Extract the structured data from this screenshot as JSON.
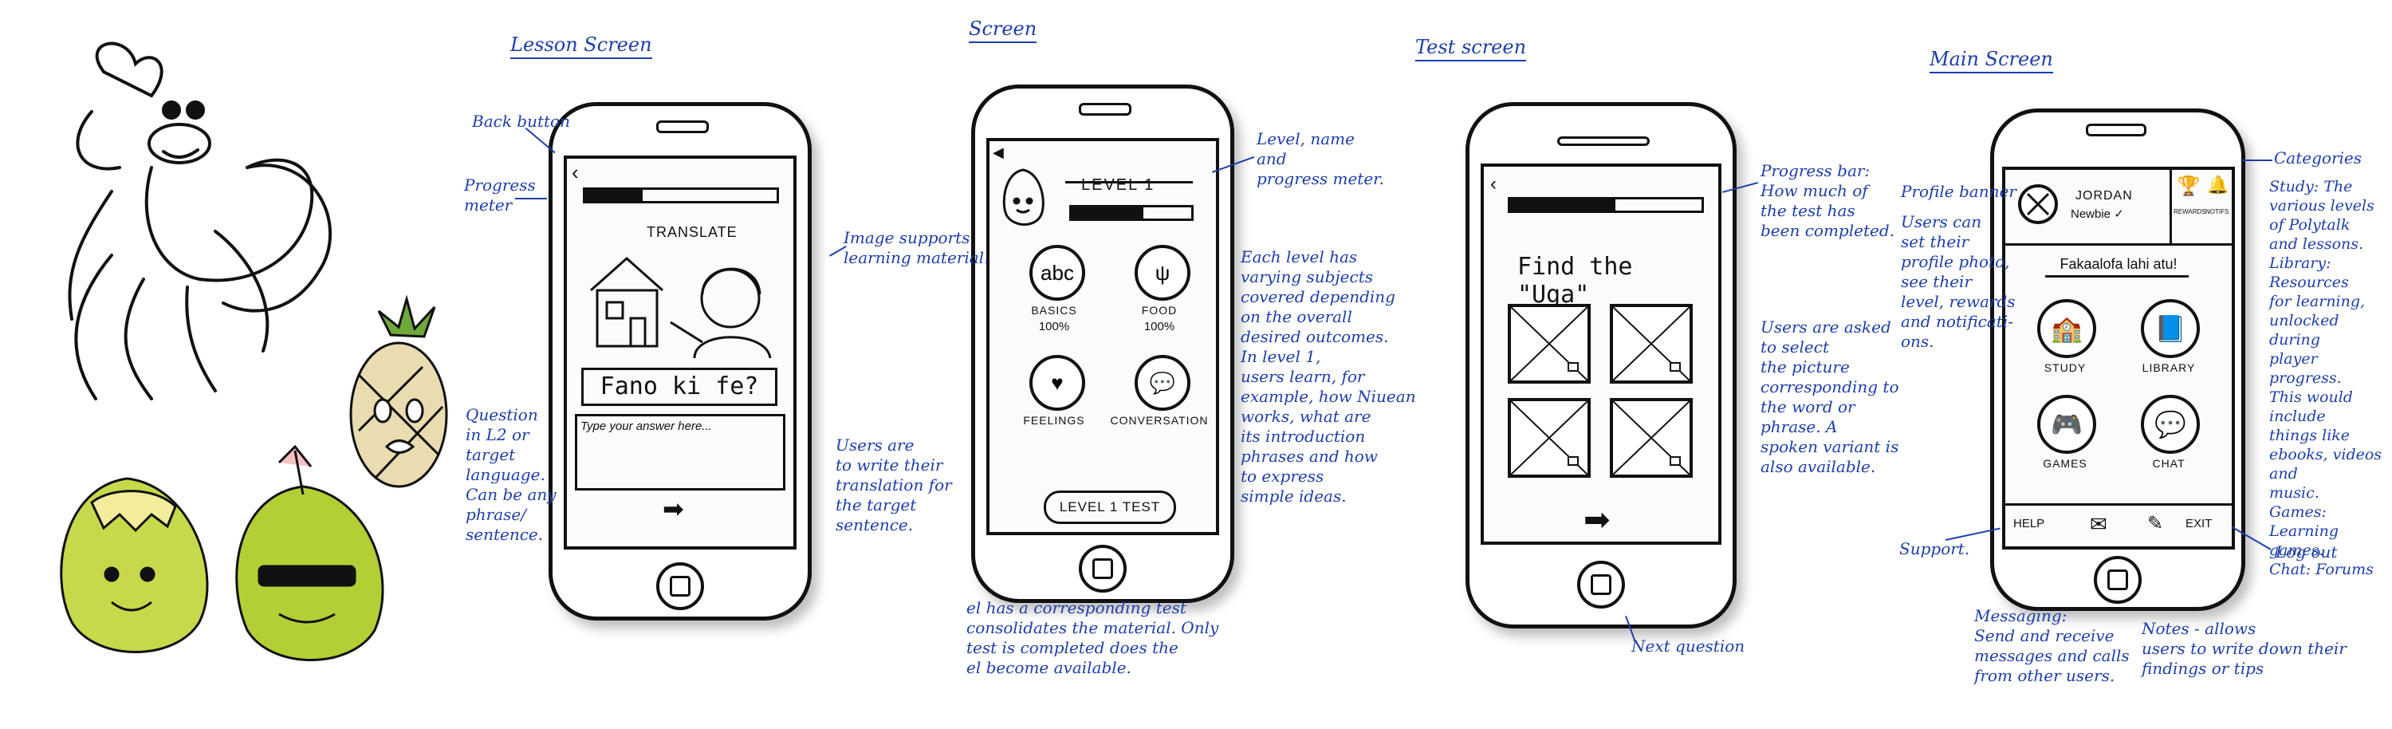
{
  "headings": {
    "lesson": "Lesson Screen",
    "level": "Screen",
    "test": "Test screen",
    "main": "Main Screen"
  },
  "lesson": {
    "back": "‹",
    "title": "TRANSLATE",
    "question": "Fano ki fe?",
    "answer_placeholder": "Type your answer here...",
    "progress": 0.3
  },
  "level": {
    "back": "◀",
    "title": "LEVEL 1",
    "progress": 0.6,
    "cats": [
      {
        "icon": "abc",
        "label": "BASICS",
        "pct": "100%"
      },
      {
        "icon": "ψ",
        "label": "FOOD",
        "pct": "100%"
      },
      {
        "icon": "♥",
        "label": "FEELINGS",
        "pct": ""
      },
      {
        "icon": "💬",
        "label": "CONVERSATION",
        "pct": ""
      }
    ],
    "test_button": "LEVEL 1 TEST"
  },
  "test": {
    "back": "‹",
    "progress": 0.55,
    "prompt": "Find the \"Uga\""
  },
  "main": {
    "user_name": "JORDAN",
    "user_rank": "Newbie ✓",
    "rewards": "REWARDS",
    "notifs": "NOTIFS",
    "greeting": "Fakaalofa lahi atu!",
    "cats": [
      "STUDY",
      "LIBRARY",
      "GAMES",
      "CHAT"
    ],
    "help": "HELP",
    "exit": "EXIT"
  },
  "notes": {
    "back_button": "Back button",
    "progress_meter": "Progress\nmeter",
    "image_supports": "Image supports\nlearning material.",
    "question_in_l2": "Question\nin L2 or\ntarget\nlanguage.\nCan be any\nphrase/\nsentence.",
    "users_write": "Users are\nto write their\ntranslation for\nthe target\nsentence.",
    "level_name": "Level, name\nand\nprogress meter.",
    "each_level": "Each level has\nvarying subjects\ncovered depending\non the overall\ndesired outcomes.\nIn level 1,\nusers learn, for\nexample, how Niuean\nworks, what are\nits introduction\nphrases and how\nto express\nsimple ideas.",
    "level_test": "el has a corresponding test\nconsolidates the material. Only\ntest is completed does the\nel become available.",
    "progress_bar": "Progress bar:\nHow much of\nthe test has\nbeen completed.",
    "users_asked": "Users are asked\nto select\nthe picture\ncorresponding to\nthe word or\nphrase. A\nspoken variant is\nalso available.",
    "next_question": "Next question",
    "profile_banner": "Profile banner",
    "profile_desc": "Users can\nset their\nprofile photo,\nsee their\nlevel, rewards\nand notificati-\nons.",
    "categories": "Categories",
    "categories_desc": "Study: The\nvarious levels\nof Polytalk\nand lessons.\nLibrary: Resources\nfor learning,\nunlocked during\nplayer progress.\nThis would include\nthings like\nebooks, videos and\nmusic.\nGames: Learning\ngames.\nChat: Forums",
    "support": "Support.",
    "log_out": "Log out",
    "messaging": "Messaging:\nSend and receive\nmessages and calls\nfrom other users.",
    "notes_allow": "Notes - allows\nusers to write down their\nfindings or tips"
  }
}
